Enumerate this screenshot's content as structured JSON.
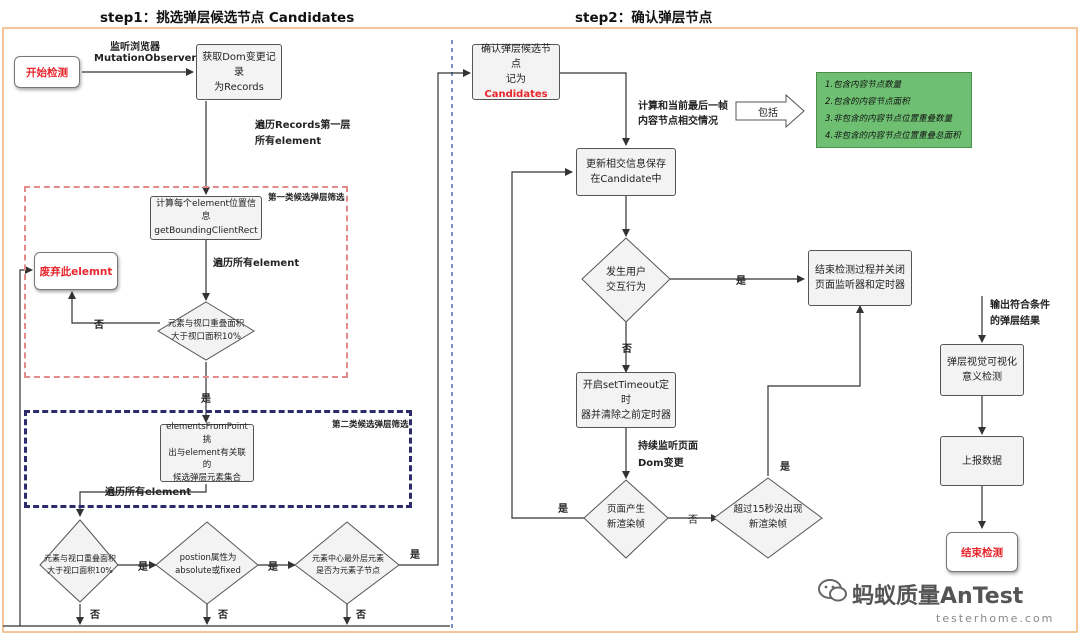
{
  "headers": {
    "step1": "step1：挑选弹层候选节点 Candidates",
    "step2": "step2：确认弹层节点"
  },
  "step1": {
    "start": "开始检测",
    "monitor_label_1": "监听浏览器",
    "monitor_label_2": "MutationObserver",
    "get_records": [
      "获取Dom变更记录",
      "为Records"
    ],
    "traverse_label_1": "遍历Records第一层",
    "traverse_label_2": "所有element",
    "group1_title": "第一类候选弹层筛选",
    "calc_box": [
      "计算每个element位置信息",
      "getBoundingClientRect"
    ],
    "traverse_all_1": "遍历所有element",
    "discard": "废弃此elemnt",
    "diamond1": [
      "元素与视口重叠面积",
      "大于视口面积10%"
    ],
    "no_1": "否",
    "yes_1": "是",
    "group2_title": "第二类候选弹层筛选",
    "efp_box": [
      "elementsFromPoint挑",
      "出与element有关联的",
      "候选弹层元素集合"
    ],
    "traverse_all_2": "遍历所有element",
    "diamond2": [
      "元素与视口重叠面积",
      "大于视口面积10%"
    ],
    "diamond3": [
      "postion属性为",
      "absolute或fixed"
    ],
    "diamond4": [
      "元素中心最外层元素",
      "是否为元素子节点"
    ],
    "yes_2": "是",
    "yes_3": "是",
    "yes_4": "是",
    "no_2": "否",
    "no_3": "否",
    "no_4": "否"
  },
  "step2": {
    "confirm_box": [
      "确认弹层候选节点",
      "记为"
    ],
    "candidates": "Candidates",
    "calc_label_1": "计算和当前最后一帧",
    "calc_label_2": "内容节点相交情况",
    "includes": "包括",
    "green_items": [
      "1.包含内容节点数量",
      "2.包含的内容节点面积",
      "3.非包含的内容节点位置重叠数量",
      "4.非包含的内容节点位置重叠总面积"
    ],
    "update_box": [
      "更新相交信息保存",
      "在Candidate中"
    ],
    "user_diamond": [
      "发生用户",
      "交互行为"
    ],
    "yes_user": "是",
    "no_user": "否",
    "end_listen_box": [
      "结束检测过程并关闭",
      "页面监听器和定时器"
    ],
    "timeout_box": [
      "开启setTimeout定时",
      "器并清除之前定时器"
    ],
    "continue_label_1": "持续监听页面",
    "continue_label_2": "Dom变更",
    "render_diamond": [
      "页面产生",
      "新渲染帧"
    ],
    "yes_render": "是",
    "no_render": "否",
    "timeout_diamond": [
      "超过15秒没出现",
      "新渲染帧"
    ],
    "yes_timeout": "是",
    "output_label_1": "输出符合条件",
    "output_label_2": "的弹层结果",
    "visual_box": [
      "弹层视觉可视化",
      "意义检测"
    ],
    "report_box": "上报数据",
    "end": "结束检测"
  },
  "watermark": {
    "brand": "蚂蚁质量AnTest",
    "site": "testerhome.com"
  },
  "colors": {
    "accent_red": "#e8262d",
    "dash_red": "#e58a8a",
    "dash_navy": "#2d2b6b",
    "divider_blue": "#4b6fc0",
    "green_box": "#6ebf72",
    "frame_border": "#f0b27a"
  }
}
